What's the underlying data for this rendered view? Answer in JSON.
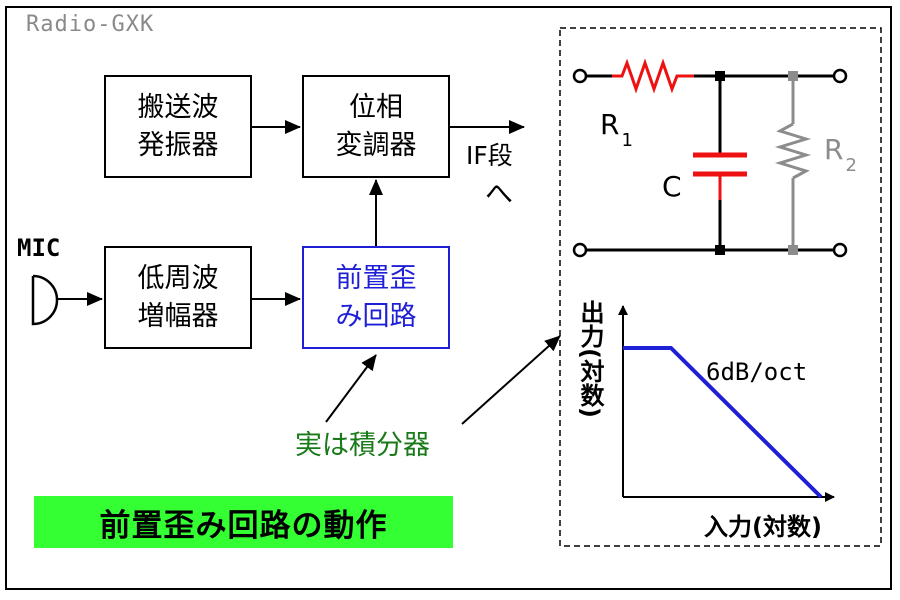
{
  "credit": "Radio-GXK",
  "blocks": {
    "carrier_osc": [
      "搬送波",
      "発振器"
    ],
    "phase_mod": [
      "位相",
      "変調器"
    ],
    "af_amp": [
      "低周波",
      "増幅器"
    ],
    "pre_emphasis": [
      "前置歪",
      "み回路"
    ]
  },
  "labels": {
    "mic": "MIC",
    "if_out": "IF段",
    "if_out_arrow": "へ",
    "integrator_note": "実は積分器",
    "banner": "前置歪み回路の動作"
  },
  "circuit": {
    "r1_label": "R",
    "r1_sub": "1",
    "c_label": "C",
    "r2_label": "R",
    "r2_sub": "2"
  },
  "graph": {
    "slope_label": "6dB/oct",
    "x_axis_label": "入力(対数)",
    "y_axis_label": "出力(対数)"
  },
  "colors": {
    "r1": "#ee1111",
    "capacitor": "#ee1111",
    "r2": "#8c8c8c",
    "pre_emphasis_block": "#1f1fd6",
    "response_curve": "#1f1fd6",
    "note_text": "#1a7a1a",
    "banner_bg": "#33ff33"
  }
}
